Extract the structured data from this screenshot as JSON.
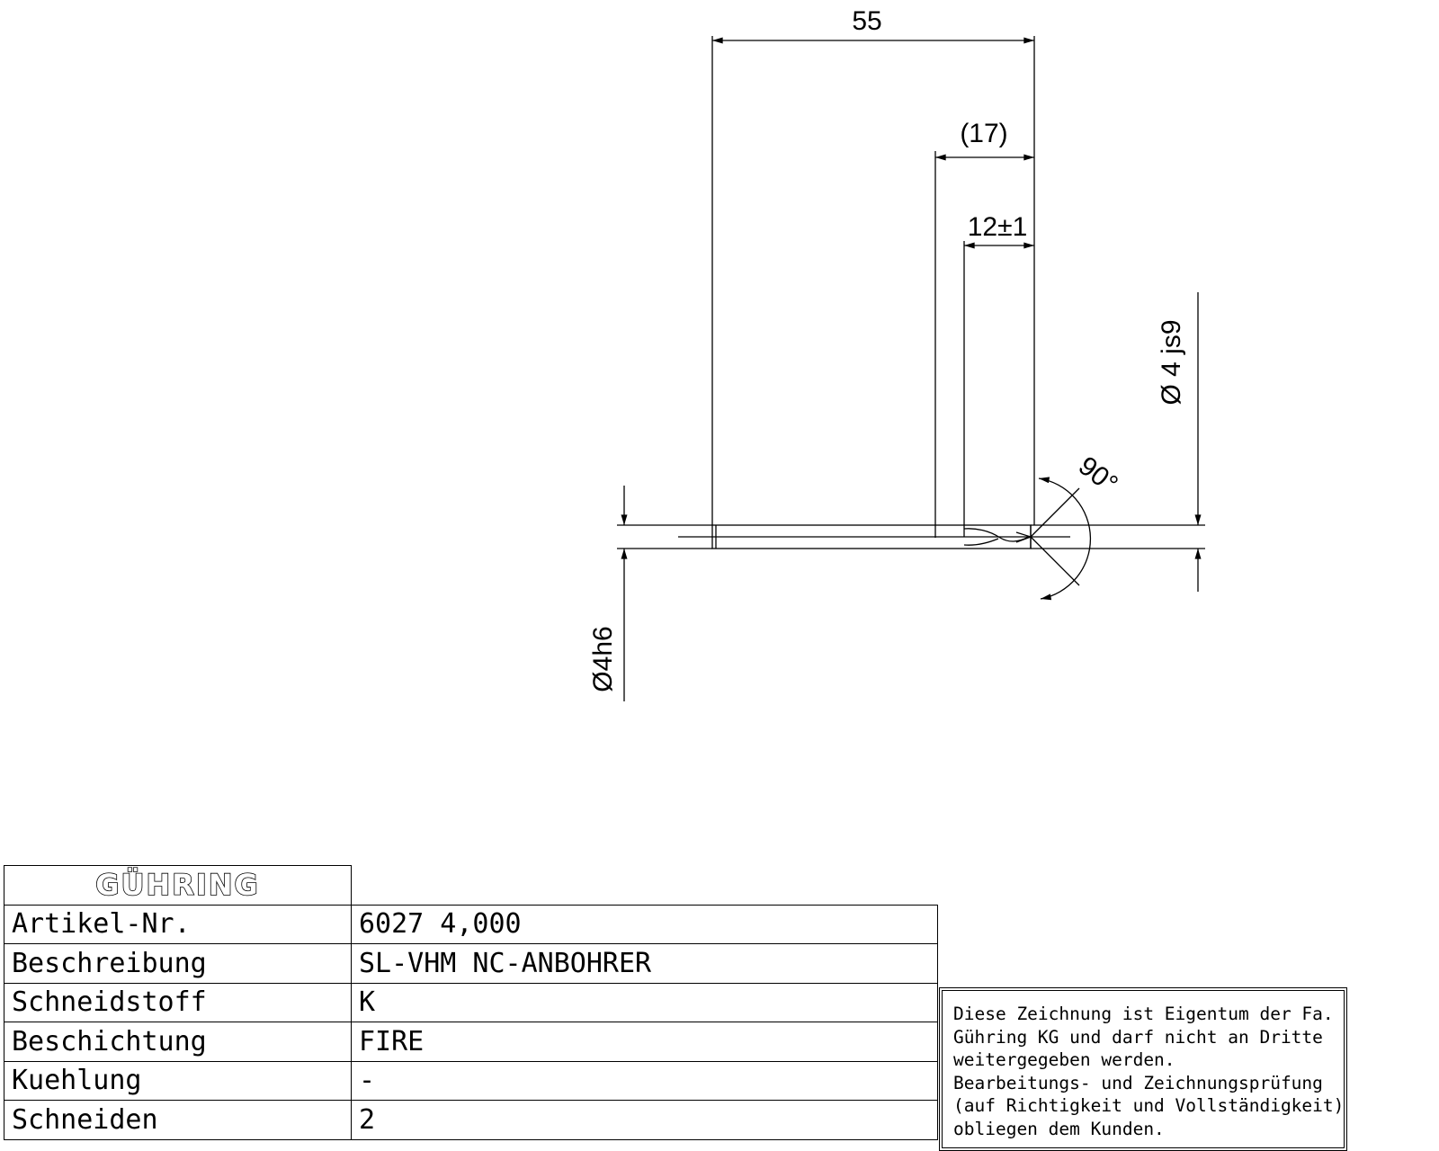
{
  "dimensions": {
    "overall_length": "55",
    "flute_length_ref": "(17)",
    "cutting_length": "12±1",
    "cutting_diameter": "Ø 4 js9",
    "shank_diameter": "Ø4h6",
    "point_angle": "90°"
  },
  "logo": {
    "text": "GÜHRING"
  },
  "title_block": {
    "rows": [
      {
        "label": "Artikel-Nr.",
        "value": "6027 4,000"
      },
      {
        "label": "Beschreibung",
        "value": "SL-VHM NC-ANBOHRER"
      },
      {
        "label": "Schneidstoff",
        "value": "K"
      },
      {
        "label": "Beschichtung",
        "value": "FIRE"
      },
      {
        "label": "Kuehlung",
        "value": "-"
      },
      {
        "label": "Schneiden",
        "value": "2"
      }
    ]
  },
  "notice": {
    "lines": [
      "Diese Zeichnung ist Eigentum der Fa.",
      "Gühring KG und darf nicht an Dritte",
      "weitergegeben werden.",
      "Bearbeitungs- und Zeichnungsprüfung",
      "(auf Richtigkeit und Vollständigkeit)",
      "obliegen dem Kunden."
    ]
  }
}
